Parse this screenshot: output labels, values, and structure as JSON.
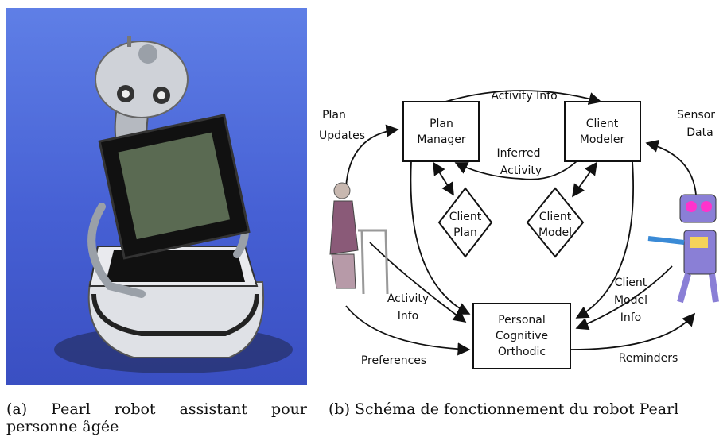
{
  "captions": {
    "a_line1": [
      "(a)",
      "Pearl",
      "robot",
      "assistant",
      "pour"
    ],
    "a_line2": "personne âgée",
    "b": "(b) Schéma de fonctionnement du robot Pearl"
  },
  "diagram": {
    "boxes": {
      "plan_manager": [
        "Plan",
        "Manager"
      ],
      "client_modeler": [
        "Client",
        "Modeler"
      ],
      "pco": [
        "Personal",
        "Cognitive",
        "Orthodic"
      ]
    },
    "diamonds": {
      "client_plan": [
        "Client",
        "Plan"
      ],
      "client_model": [
        "Client",
        "Model"
      ]
    },
    "labels": {
      "activity_info_top": "Activity Info",
      "plan_updates": [
        "Plan",
        "Updates"
      ],
      "sensor_data": [
        "Sensor",
        "Data"
      ],
      "inferred_activity": [
        "Inferred",
        "Activity"
      ],
      "activity_info_left": [
        "Activity",
        "Info"
      ],
      "client_model_info": [
        "Client",
        "Model",
        "Info"
      ],
      "preferences": "Preferences",
      "reminders": "Reminders"
    }
  },
  "colors": {
    "photo_bg_top": "#5f7fe6",
    "photo_bg_bottom": "#3a4fc2",
    "robot_body": "#c8ccd2",
    "cartoon_robot": "#8a7fd6"
  }
}
